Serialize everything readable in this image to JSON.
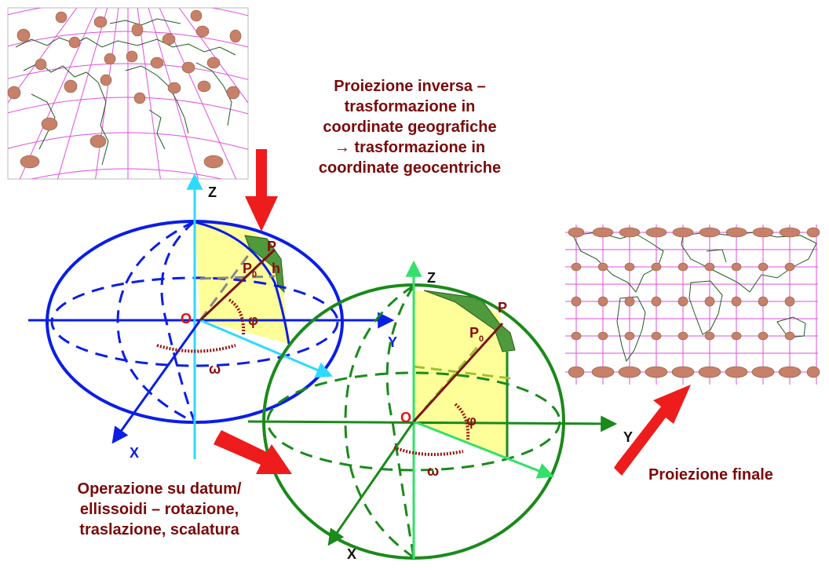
{
  "captions": {
    "inverse": [
      "Proiezione inversa –",
      "trasformazione in",
      "coordinate geografiche",
      "→ trasformazione in",
      "coordinate geocentriche"
    ],
    "datum": [
      "Operazione su datum/",
      "ellissoidi  – rotazione,",
      "traslazione, scalatura"
    ],
    "final": "Proiezione finale"
  },
  "labels": {
    "blue": {
      "z": "Z",
      "y": "Y",
      "x": "X",
      "origin": "O",
      "p": "P",
      "p0": "P",
      "p0_sub": "0",
      "h": "h",
      "phi": "φ",
      "omega": "ω"
    },
    "green": {
      "z": "Z",
      "y": "Y",
      "x": "X",
      "origin": "O",
      "p": "P",
      "p0": "P",
      "p0_sub": "0",
      "phi": "φ",
      "omega": "ω"
    }
  },
  "colors": {
    "caption": "#7a0a0a",
    "blue_ellipsoid": "#0a1ee6",
    "green_ellipsoid": "#1a8a1a",
    "axis_cyan": "#2ed9ff",
    "axis_green_light": "#33e06a",
    "arrow_red": "#ee1c1c",
    "sector_fill": "#ffff99",
    "grid_magenta": "#e14ee1",
    "ellipse_fill": "#c7806a"
  }
}
